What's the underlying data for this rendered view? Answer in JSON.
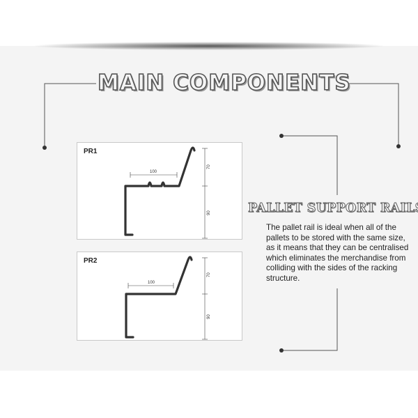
{
  "title": "MAIN COMPONENTS",
  "section": {
    "title": "PALLET SUPPORT RAILS",
    "description": "The pallet rail is ideal when all of the pallets to be stored with the same size, as it means that they can be centralised which eliminates the merchandise from colliding with the sides of the racking structure."
  },
  "profiles": [
    {
      "label": "PR1",
      "width_dim": "100",
      "top_dim": "70",
      "bottom_dim": "90"
    },
    {
      "label": "PR2",
      "width_dim": "100",
      "top_dim": "70",
      "bottom_dim": "90"
    }
  ]
}
